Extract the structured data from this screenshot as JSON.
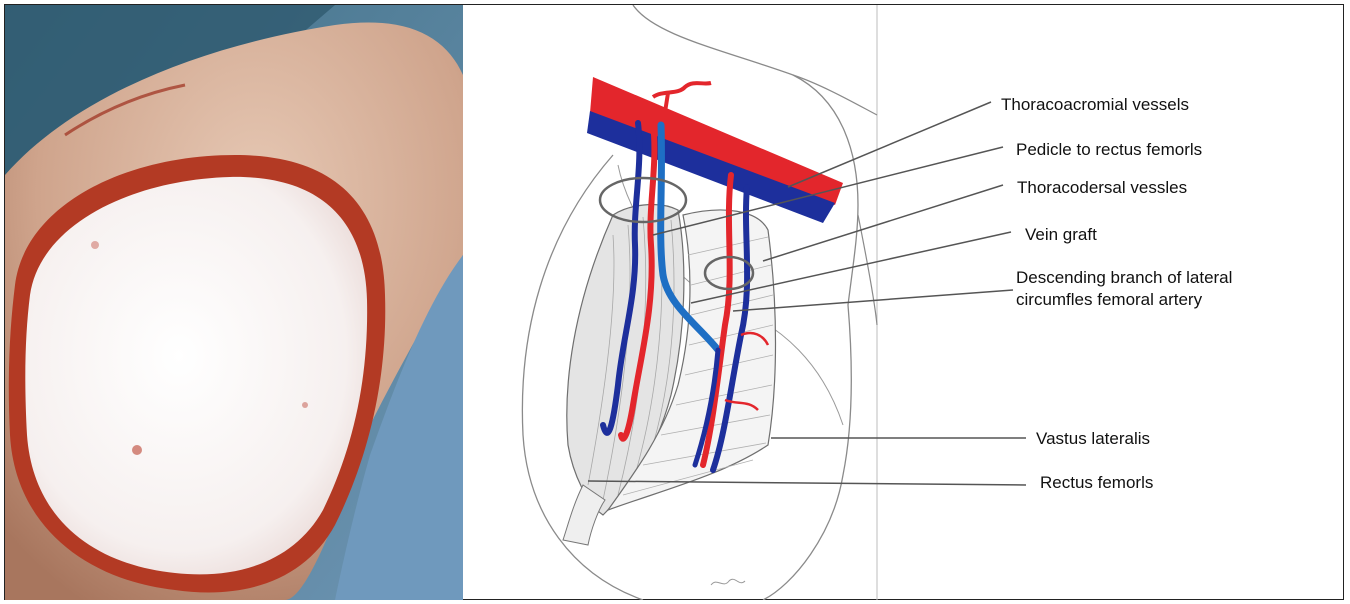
{
  "labels": {
    "thoracoacromial": "Thoracoacromial vessels",
    "pedicle": "Pedicle to rectus femorls",
    "thoracodersal": "Thoracodersal vessles",
    "vein_graft": "Vein graft",
    "descending_line1": "Descending branch of lateral",
    "descending_line2": "circumfles femoral artery",
    "vastus": "Vastus lateralis",
    "rectus": "Rectus femorls"
  },
  "colors": {
    "artery": "#e3262c",
    "vein": "#1d2f9c",
    "vein_graft": "#1e6fc4",
    "wound": "#b8341e",
    "drape": "#5f8aa9"
  }
}
